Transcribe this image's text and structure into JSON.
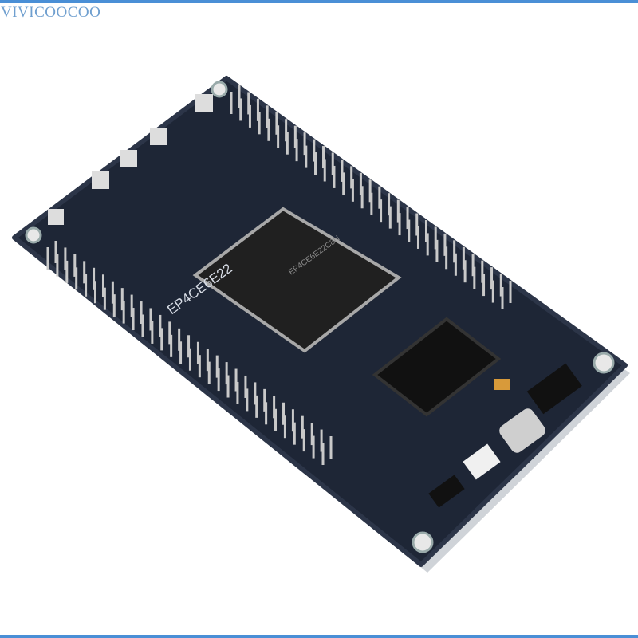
{
  "watermark": "VIVICOOCOO",
  "product": {
    "board_silkscreen": "EP4CE6E22",
    "chip_marking": "EP4CE6E22C8N"
  },
  "colors": {
    "board": "#1e2636",
    "accent_lines": "#4a8fd6",
    "pins": "#c9c9c9"
  }
}
